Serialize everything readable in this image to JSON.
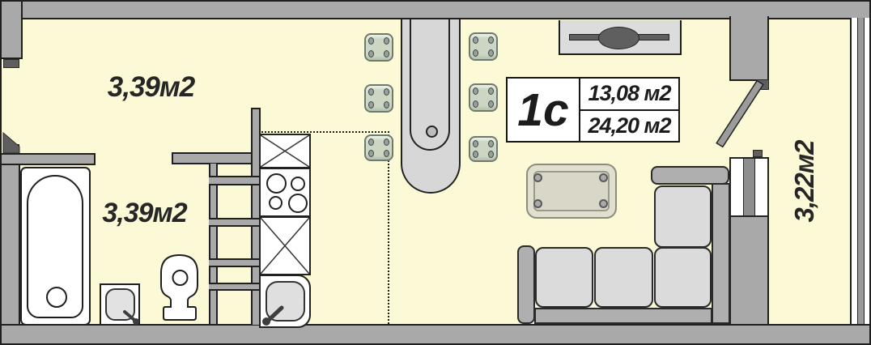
{
  "unit_card": {
    "unit_type": "1с",
    "upper_area": "13,08 м2",
    "lower_area": "24,20 м2"
  },
  "room_labels": {
    "hall_area": "3,39м2",
    "bathroom_area": "3,39м2",
    "balcony_area": "3,22м2"
  },
  "colors": {
    "floor": "#FCFAD6",
    "wall": "#A9A9A9",
    "wall-dark": "#5E5E5E",
    "outline": "#1f1f1f",
    "chair": "#CBD7C3",
    "sofa-frame": "#AFAFAF",
    "cushion": "#DBDBDB",
    "table-top": "#D7D7D7",
    "wood": "#E1E0D0"
  }
}
